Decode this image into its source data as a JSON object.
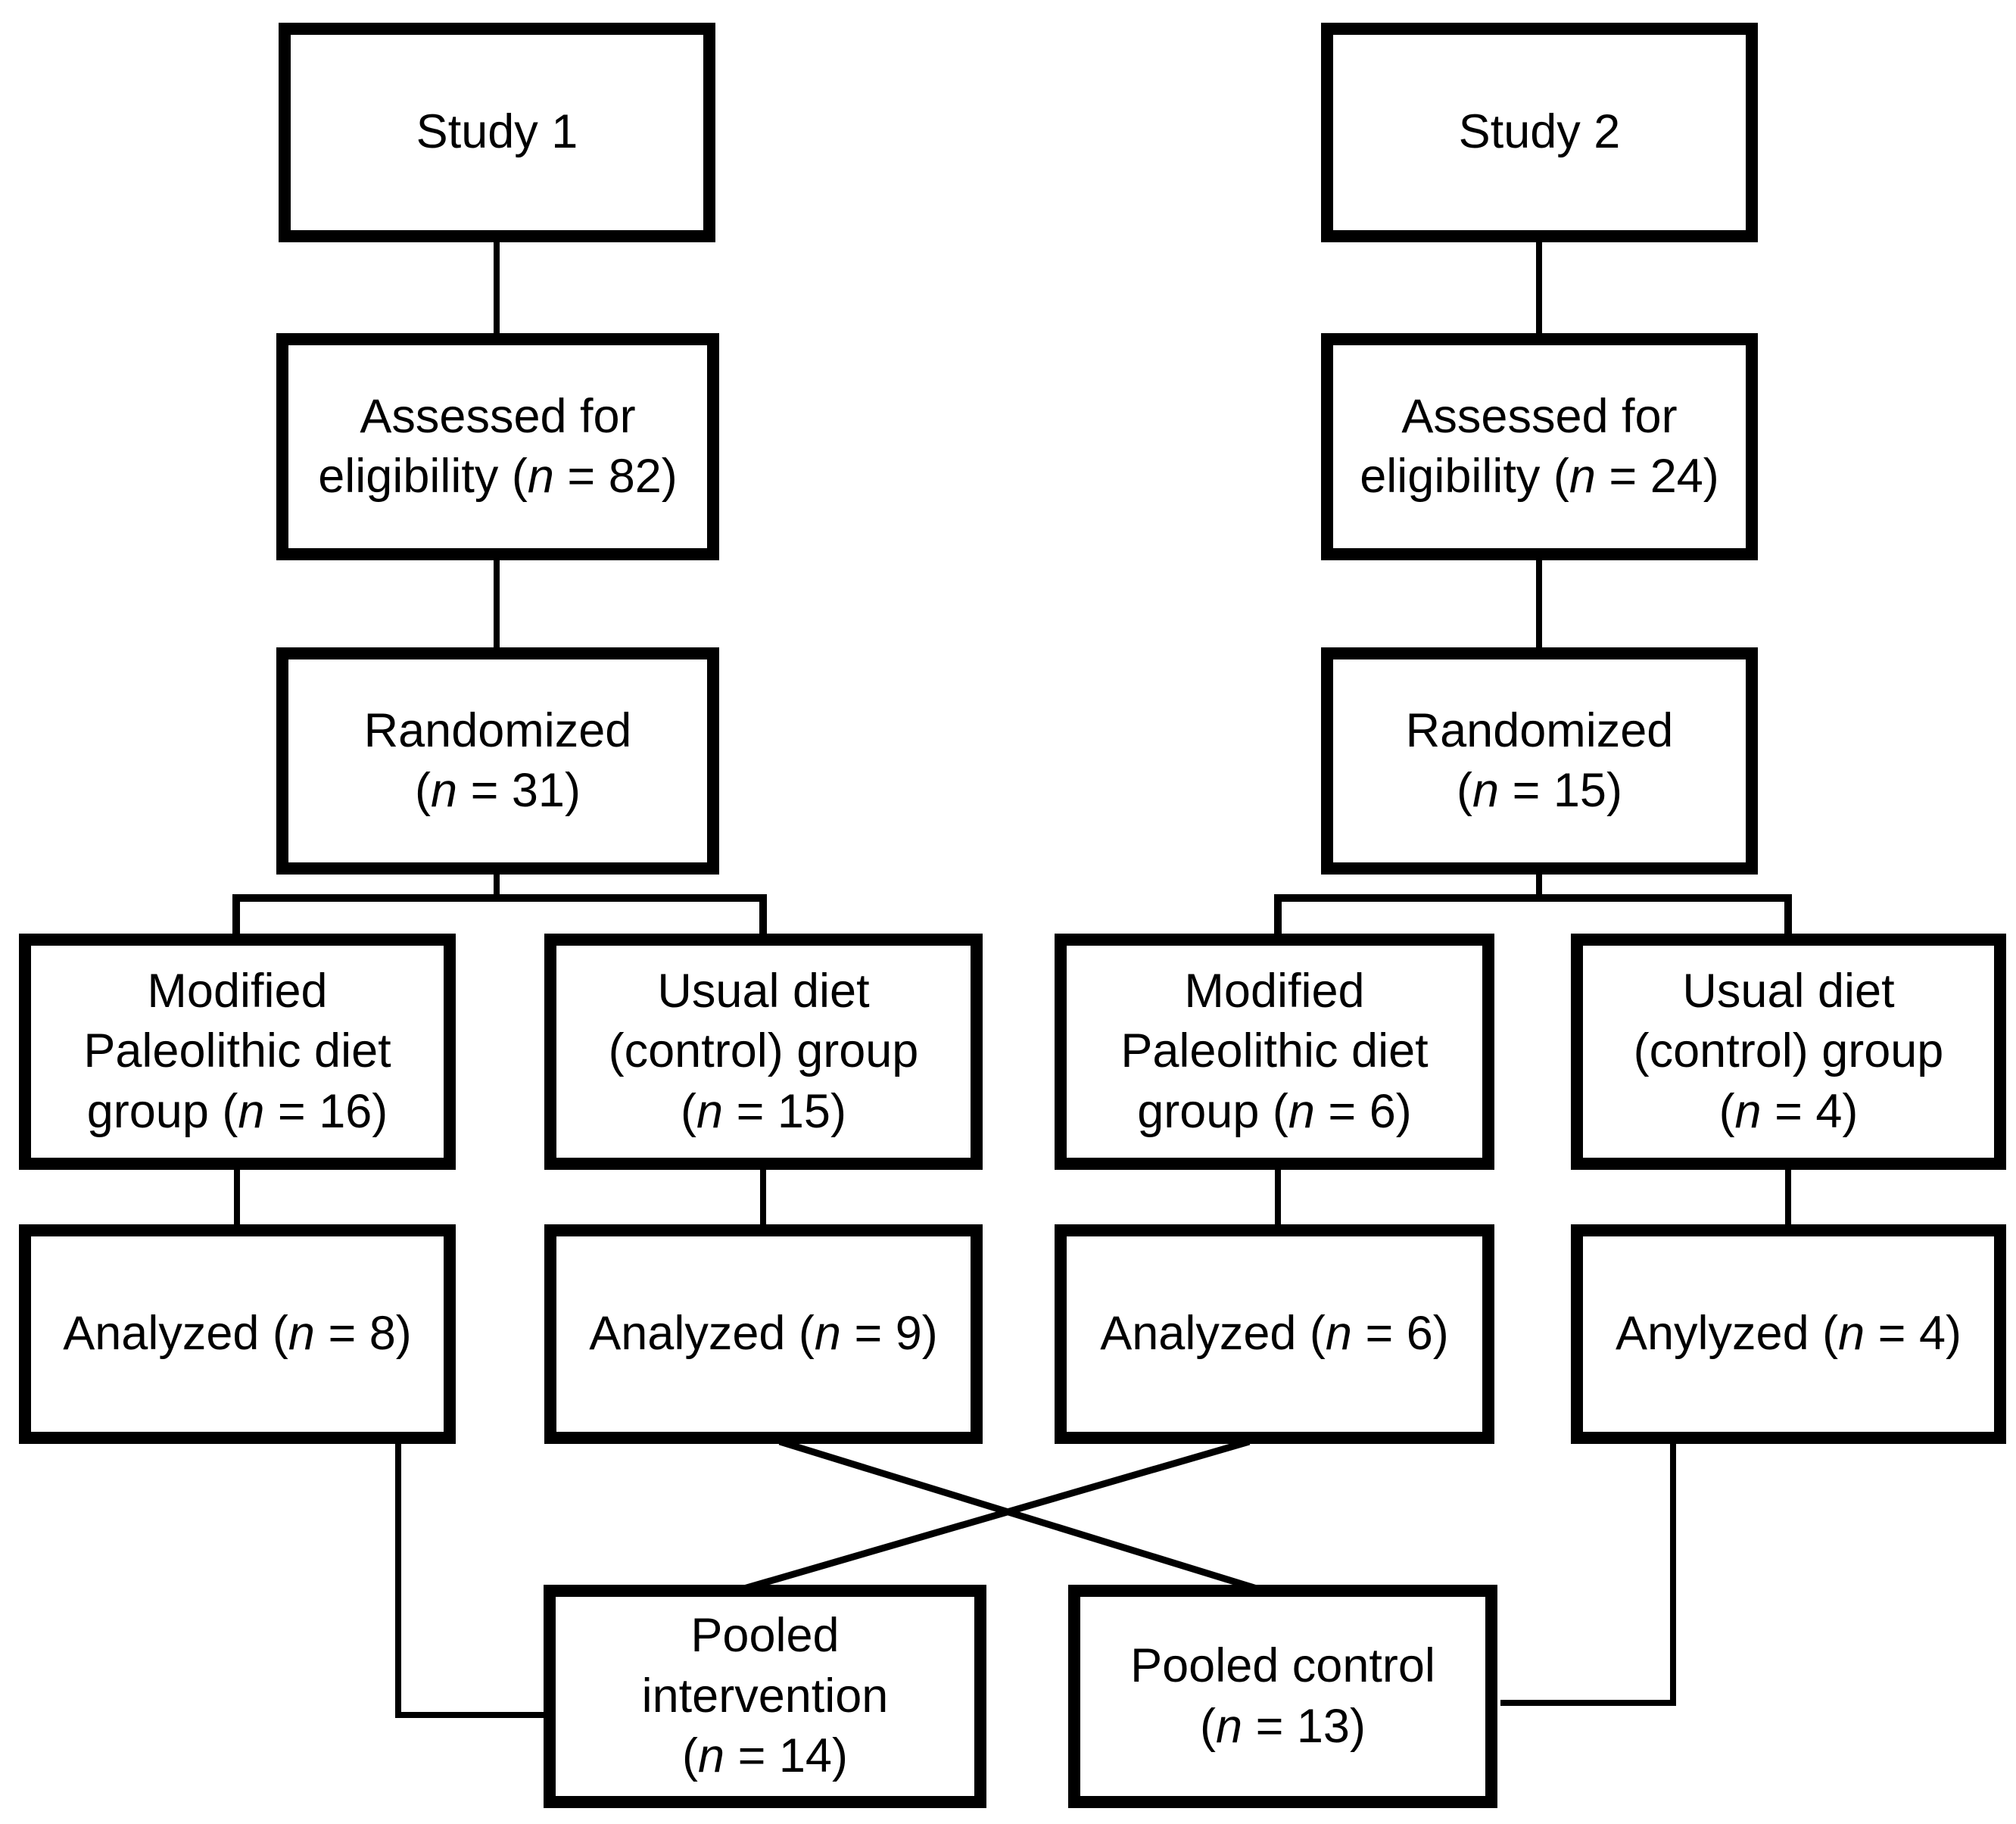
{
  "diagram": {
    "type": "flowchart",
    "colors": {
      "background": "#ffffff",
      "box_fill": "#ffffff",
      "box_border": "#000000",
      "line": "#000000",
      "text": "#000000"
    },
    "nodes": {
      "study1": {
        "lines": [
          "Study 1"
        ]
      },
      "study2": {
        "lines": [
          "Study 2"
        ]
      },
      "assessed1": {
        "lines": [
          "Assessed for",
          "eligibility (n = 82)"
        ]
      },
      "assessed2": {
        "lines": [
          "Assessed for",
          "eligibility (n = 24)"
        ]
      },
      "randomized1": {
        "lines": [
          "Randomized",
          "(n = 31)"
        ]
      },
      "randomized2": {
        "lines": [
          "Randomized",
          "(n = 15)"
        ]
      },
      "group1_intervention": {
        "lines": [
          "Modified",
          "Paleolithic diet",
          "group (n = 16)"
        ]
      },
      "group1_control": {
        "lines": [
          "Usual diet",
          "(control) group",
          "(n = 15)"
        ]
      },
      "group2_intervention": {
        "lines": [
          "Modified",
          "Paleolithic diet",
          "group (n = 6)"
        ]
      },
      "group2_control": {
        "lines": [
          "Usual diet",
          "(control) group",
          "(n = 4)"
        ]
      },
      "analyzed1_intervention": {
        "lines": [
          "Analyzed (n = 8)"
        ]
      },
      "analyzed1_control": {
        "lines": [
          "Analyzed (n = 9)"
        ]
      },
      "analyzed2_intervention": {
        "lines": [
          "Analyzed (n = 6)"
        ]
      },
      "analyzed2_control": {
        "lines": [
          "Anylyzed (n = 4)"
        ]
      },
      "pooled_intervention": {
        "lines": [
          "Pooled",
          "intervention",
          "(n = 14)"
        ]
      },
      "pooled_control": {
        "lines": [
          "Pooled control",
          "(n = 13)"
        ]
      }
    },
    "edges": [
      {
        "from": "study1",
        "to": "assessed1"
      },
      {
        "from": "study2",
        "to": "assessed2"
      },
      {
        "from": "assessed1",
        "to": "randomized1"
      },
      {
        "from": "assessed2",
        "to": "randomized2"
      },
      {
        "from": "randomized1",
        "to": "group1_intervention"
      },
      {
        "from": "randomized1",
        "to": "group1_control"
      },
      {
        "from": "randomized2",
        "to": "group2_intervention"
      },
      {
        "from": "randomized2",
        "to": "group2_control"
      },
      {
        "from": "group1_intervention",
        "to": "analyzed1_intervention"
      },
      {
        "from": "group1_control",
        "to": "analyzed1_control"
      },
      {
        "from": "group2_intervention",
        "to": "analyzed2_intervention"
      },
      {
        "from": "group2_control",
        "to": "analyzed2_control"
      },
      {
        "from": "analyzed1_intervention",
        "to": "pooled_intervention"
      },
      {
        "from": "analyzed1_control",
        "to": "pooled_control"
      },
      {
        "from": "analyzed2_intervention",
        "to": "pooled_intervention"
      },
      {
        "from": "analyzed2_control",
        "to": "pooled_control"
      }
    ]
  }
}
